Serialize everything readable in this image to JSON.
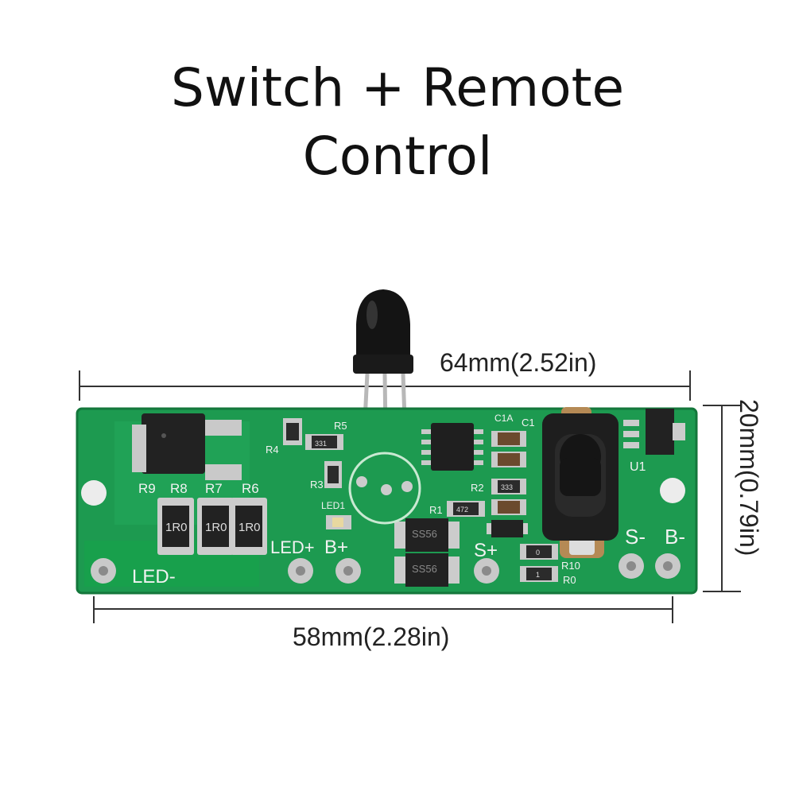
{
  "title": {
    "line1": "Switch + Remote",
    "line2": "Control"
  },
  "dimensions": {
    "length": "64mm(2.52in)",
    "hole_spacing": "58mm(2.28in)",
    "width": "20mm(0.79in)"
  },
  "silkscreen": {
    "resistor_labels": [
      "R9",
      "R8",
      "R7",
      "R6"
    ],
    "resistor_values": [
      "1R0",
      "1R0",
      "1R0"
    ],
    "led_minus": "LED-",
    "led_plus": "LED+",
    "b_plus": "B+",
    "s_plus": "S+",
    "s_minus": "S-",
    "b_minus": "B-",
    "diode": "SS56",
    "misc": [
      "R4",
      "R5",
      "R3",
      "R1",
      "R2",
      "R10",
      "R0",
      "C1A",
      "C1",
      "U1",
      "LED1",
      "331",
      "472",
      "333",
      "0",
      "1"
    ]
  },
  "colors": {
    "pcb": "#1d9a50",
    "pcb_edge": "#14773b",
    "pad": "#c9c9c9",
    "component": "#2a2a2a"
  }
}
